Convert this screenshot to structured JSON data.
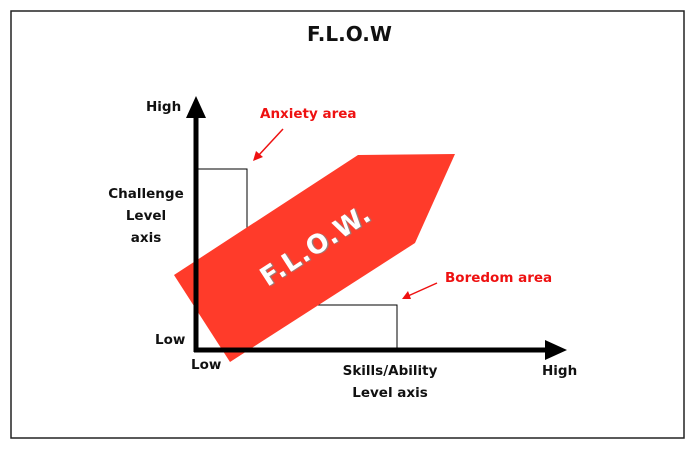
{
  "title": "F.L.O.W",
  "y_axis": {
    "high": "High",
    "low": "Low",
    "label_lines": [
      "Challenge",
      "Level",
      "axis"
    ]
  },
  "x_axis": {
    "high": "High",
    "low": "Low",
    "label_lines": [
      "Skills/Ability",
      "Level axis"
    ]
  },
  "annotations": {
    "anxiety": "Anxiety area",
    "boredom": "Boredom area"
  },
  "flow_label": "F.L.O.W.",
  "colors": {
    "flow": "#ff3b2a",
    "annotation": "#ee1111"
  }
}
